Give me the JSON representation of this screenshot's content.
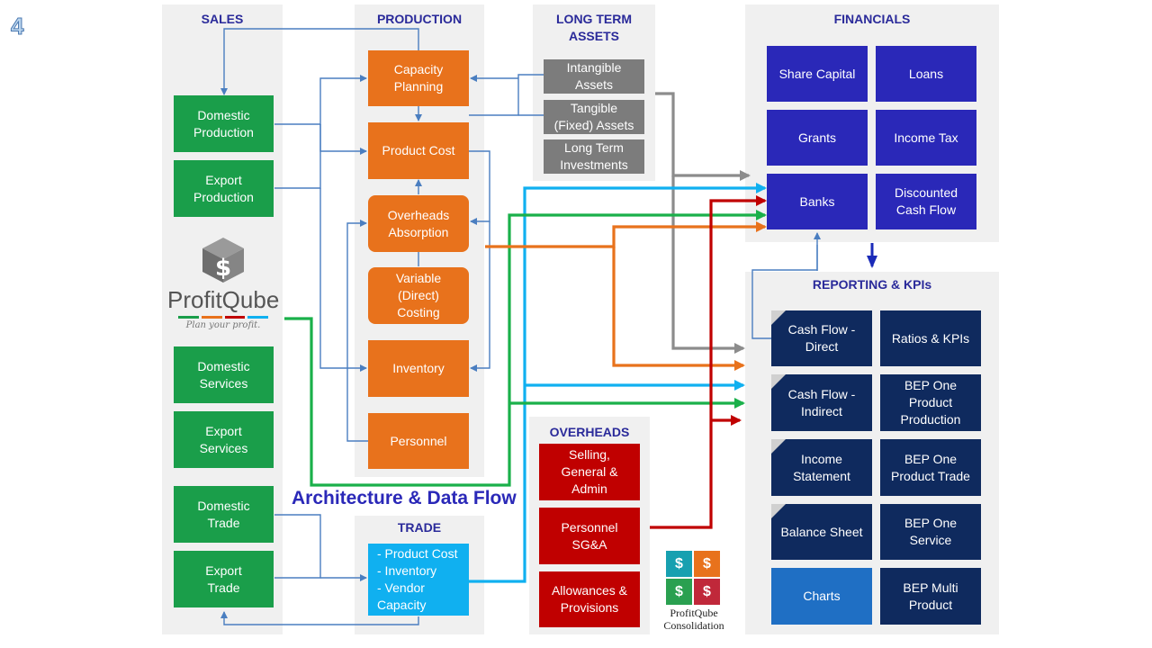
{
  "page_number": "4",
  "title": "Architecture & Data Flow",
  "colors": {
    "sales": "#1a9e4a",
    "production": "#e8721c",
    "assets": "#7c7c7c",
    "financials": "#2a28b8",
    "reporting": "#0f2a5e",
    "overheads": "#c00000",
    "trade": "#10b0f0",
    "connector": "#4a7ec0"
  },
  "sales": {
    "title": "SALES",
    "items": [
      "Domestic\nProduction",
      "Export\nProduction",
      "Domestic\nServices",
      "Export\nServices",
      "Domestic\nTrade",
      "Export\nTrade"
    ]
  },
  "logo": {
    "name": "ProfitQube",
    "tagline": "Plan your profit.",
    "icon": "dollar-cube-icon"
  },
  "production": {
    "title": "PRODUCTION",
    "items": [
      "Capacity\nPlanning",
      "Product Cost",
      "Overheads\nAbsorption",
      "Variable\n(Direct)\nCosting",
      "Inventory",
      "Personnel"
    ]
  },
  "long_term_assets": {
    "title": "LONG TERM\nASSETS",
    "items": [
      "Intangible\nAssets",
      "Tangible\n(Fixed) Assets",
      "Long Term\nInvestments"
    ]
  },
  "financials": {
    "title": "FINANCIALS",
    "items": [
      "Share Capital",
      "Loans",
      "Grants",
      "Income Tax",
      "Banks",
      "Discounted\nCash Flow"
    ]
  },
  "reporting": {
    "title": "REPORTING & KPIs",
    "items": [
      "Cash Flow -\nDirect",
      "Ratios & KPIs",
      "Cash Flow -\nIndirect",
      "BEP One\nProduct\nProduction",
      "Income\nStatement",
      "BEP One\nProduct Trade",
      "Balance Sheet",
      "BEP One\nService",
      "Charts",
      "BEP Multi\nProduct"
    ]
  },
  "overheads": {
    "title": "OVERHEADS",
    "items": [
      "Selling,\nGeneral &\nAdmin",
      "Personnel\nSG&A",
      "Allowances &\nProvisions"
    ]
  },
  "trade": {
    "title": "TRADE",
    "items": [
      "- Product Cost\n- Inventory\n- Vendor\n   Capacity"
    ]
  },
  "consolidation": {
    "label": "ProfitQube\nConsolidation",
    "icon": "consolidation-cube-icon"
  }
}
